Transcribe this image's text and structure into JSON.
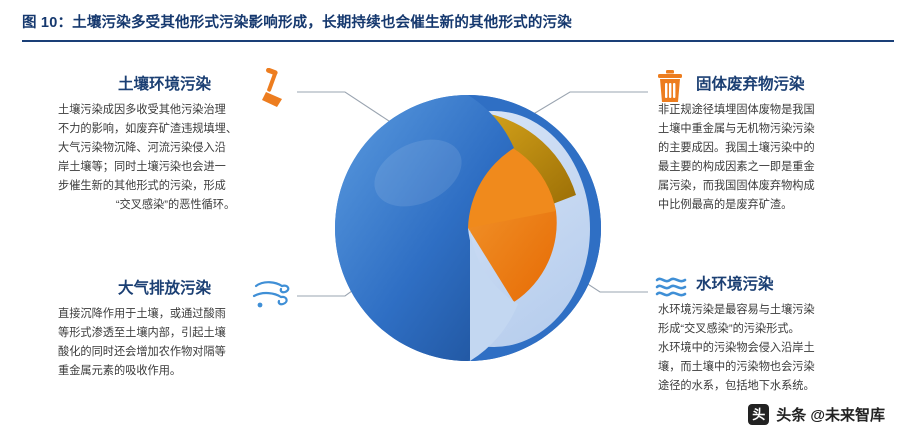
{
  "title": "图 10：土壤污染多受其他形式污染影响形成，长期持续也会催生新的其他形式的污染",
  "blocks": {
    "soil": {
      "heading": "土壤环境污染",
      "icon": "shovel-icon",
      "lines": [
        "土壤污染成因多收受其他污染治理",
        "不力的影响，如废弃矿渣违规填埋、",
        "大气污染物沉降、河流污染侵入沿",
        "岸土壤等；同时土壤污染也会进一",
        "步催生新的其他形式的污染，形成",
        "“交叉感染”的恶性循环。"
      ]
    },
    "air": {
      "heading": "大气排放污染",
      "icon": "wind-icon",
      "lines": [
        "直接沉降作用于土壤，或通过酸雨",
        "等形式渗透至土壤内部，引起土壤",
        "酸化的同时还会增加农作物对隔等",
        "重金属元素的吸收作用。"
      ]
    },
    "solid": {
      "heading": "固体废弃物污染",
      "icon": "trash-icon",
      "lines": [
        "非正规途径填埋固体废物是我国",
        "土壤中重金属与无机物污染污染",
        "的主要成因。我国土壤污染中的",
        "最主要的构成因素之一即是重金",
        "属污染，而我国固体废弃物构成",
        "中比例最高的是废弃矿渣。"
      ]
    },
    "water": {
      "heading": "水环境污染",
      "icon": "water-waves-icon",
      "lines": [
        "水环境污染是最容易与土壤污染",
        "形成“交叉感染”的污染形式。",
        "水环境中的污染物会侵入沿岸土",
        "壤，而土壤中的污染物也会污染",
        "途径的水系，包括地下水系统。"
      ]
    }
  },
  "watermark": {
    "logo": "头",
    "text": "头条 @未来智库"
  },
  "colors": {
    "title_blue": "#15386e",
    "heading_blue": "#1b3f73",
    "sphere_outer": "#2f6fc4",
    "sphere_inner_light": "#c6d9f2",
    "sphere_core_orange": "#ed7d1f",
    "sphere_ring_gold": "#c08a12",
    "line_gray": "#9aa4b0",
    "icon_orange": "#ed7d1f",
    "icon_blue": "#3f8fd6"
  }
}
